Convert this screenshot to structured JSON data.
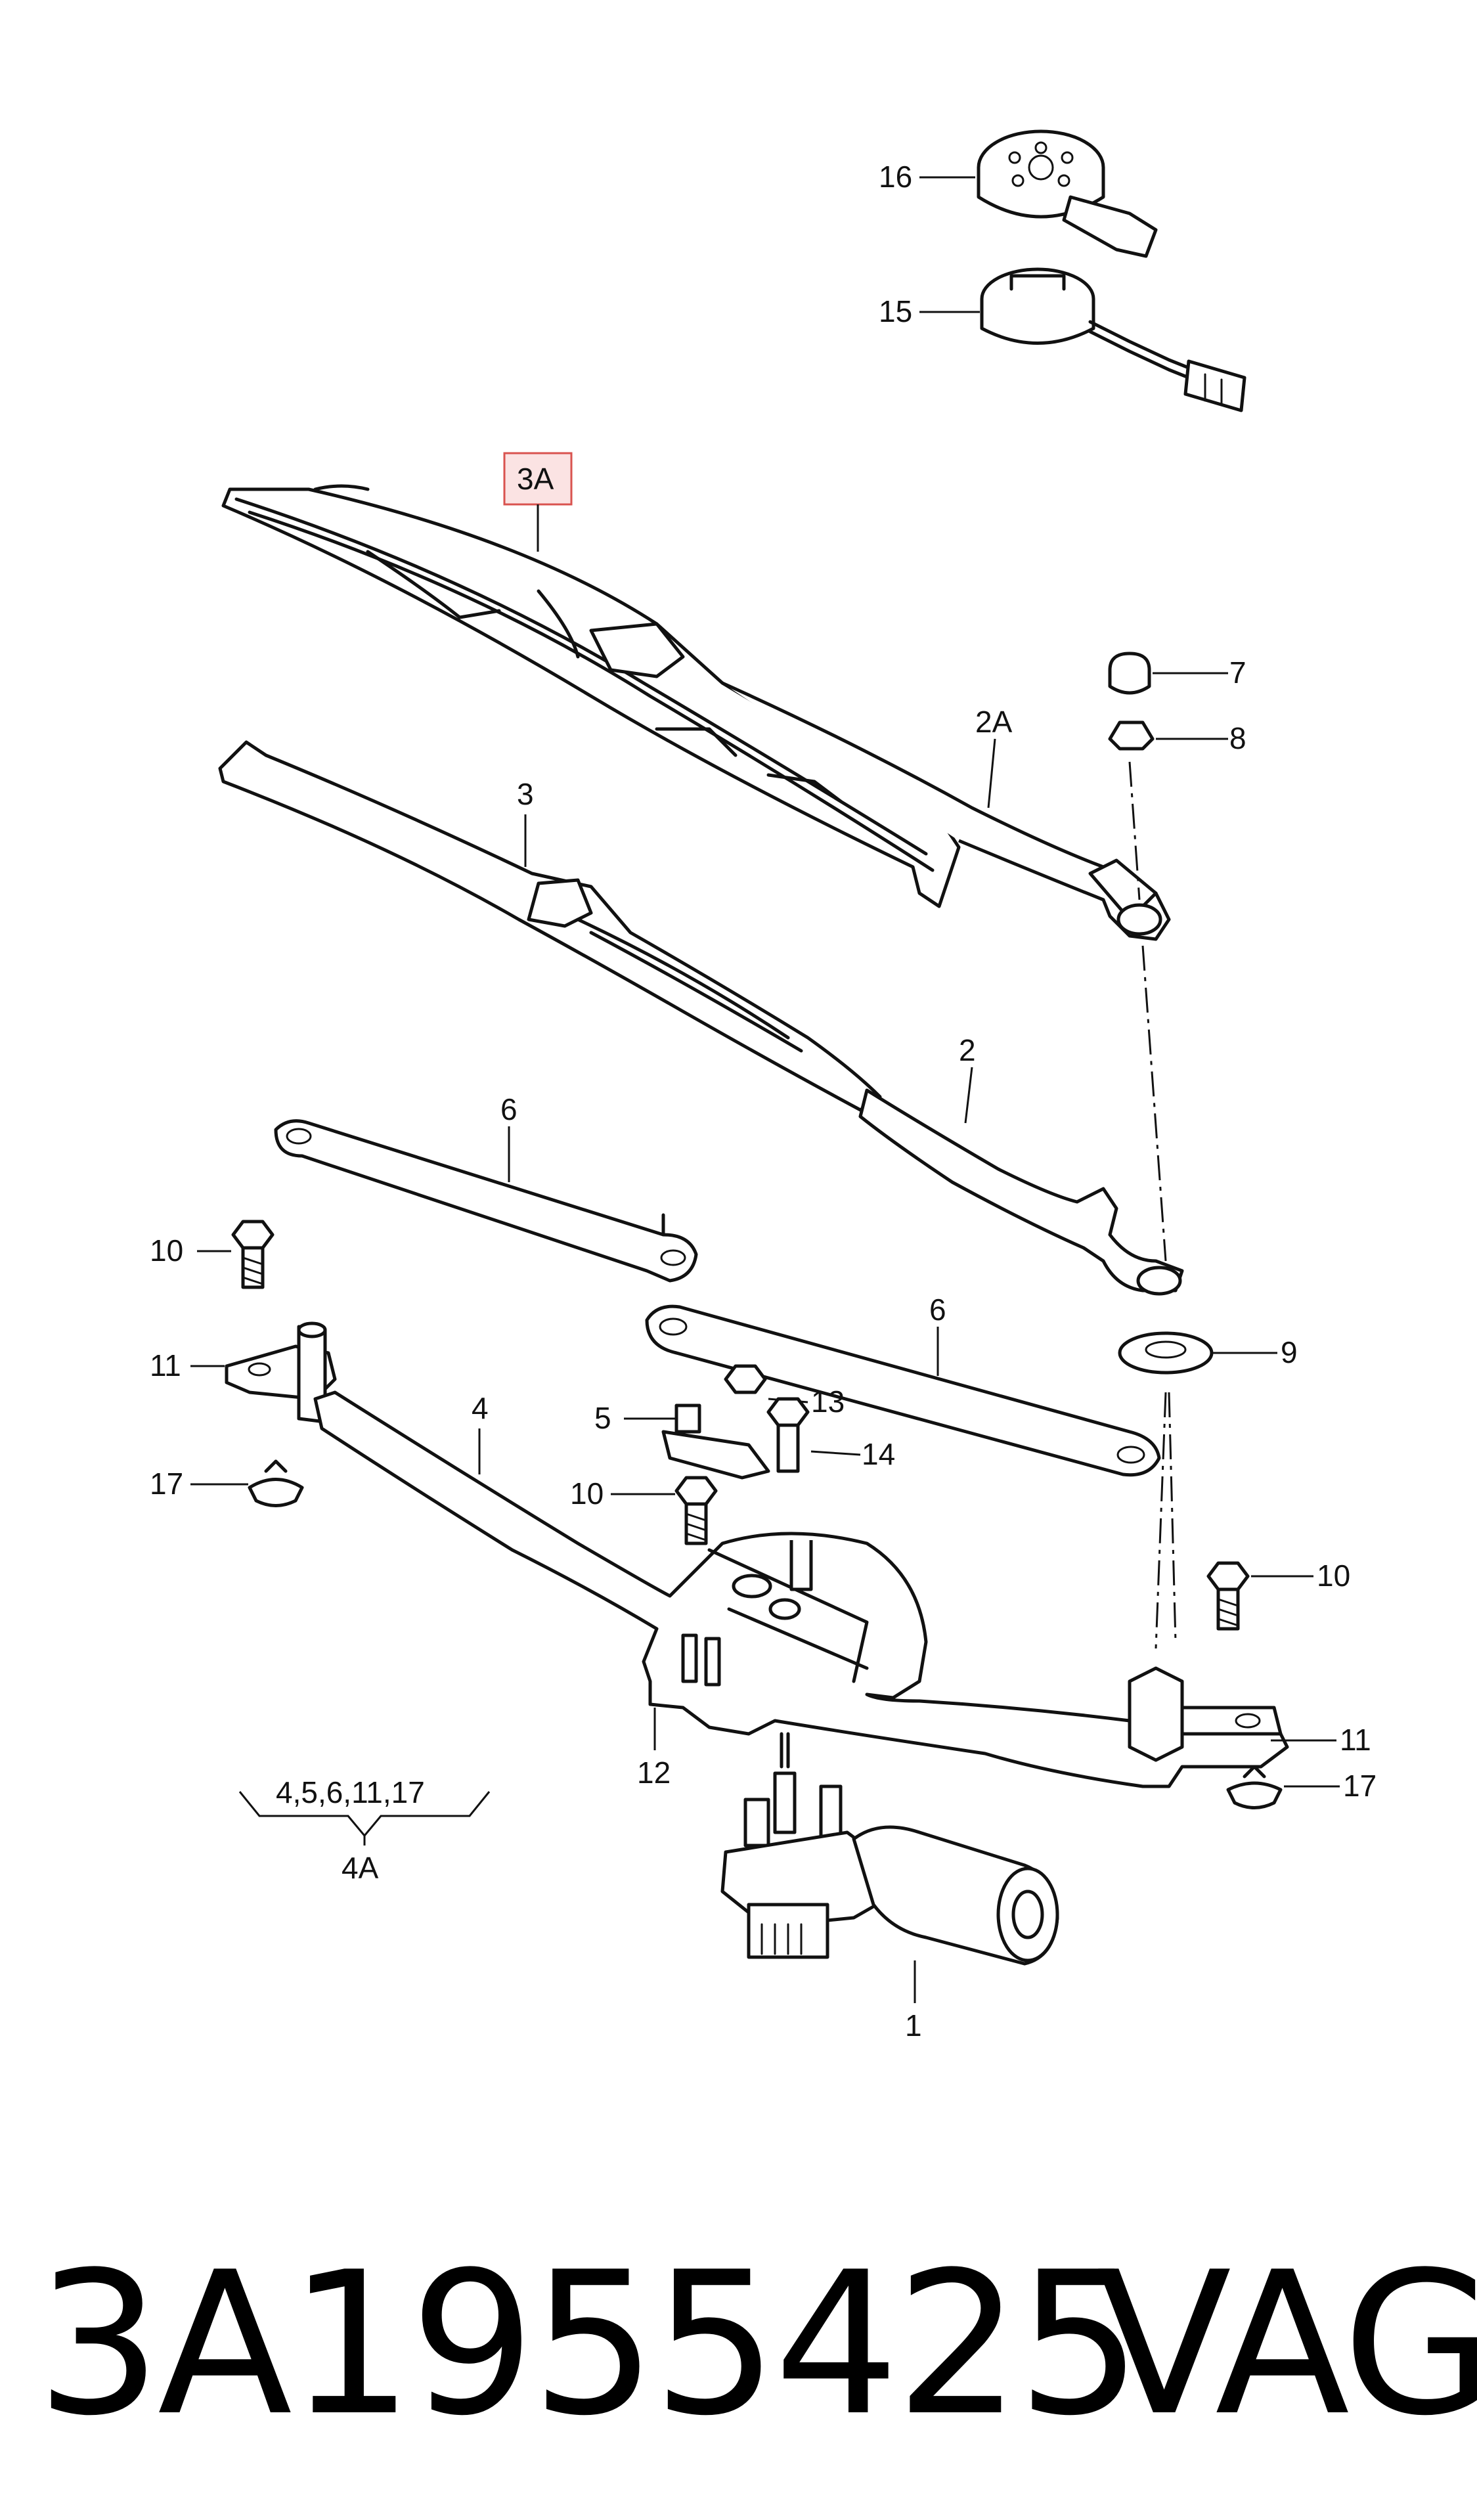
{
  "diagram": {
    "callouts": {
      "c16": "16",
      "c15": "15",
      "c3A": "3A",
      "c7": "7",
      "c8": "8",
      "c2A": "2A",
      "c3": "3",
      "c2": "2",
      "c6a": "6",
      "c10a": "10",
      "c11a": "11",
      "c17a": "17",
      "c4": "4",
      "c6b": "6",
      "c9": "9",
      "c5": "5",
      "c13": "13",
      "c14": "14",
      "c10b": "10",
      "c10c": "10",
      "c11b": "11",
      "c17b": "17",
      "c12": "12",
      "c1": "1",
      "kit_parts": "4,5,6,11,17",
      "kit_label": "4A"
    },
    "highlight_color": "#d9534f",
    "highlight_fill": "#fbe3e3"
  },
  "footer": {
    "part_number": "3A1955425",
    "brand": "VAG"
  }
}
